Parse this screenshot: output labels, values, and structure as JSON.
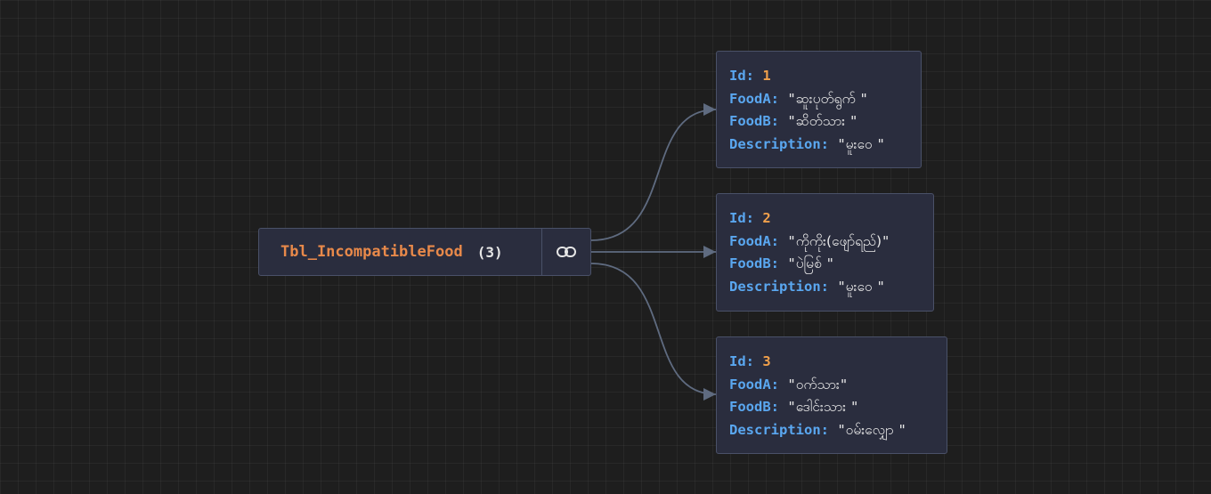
{
  "table": {
    "name": "Tbl_IncompatibleFood",
    "count": "(3)",
    "link_icon": "link-icon"
  },
  "records": [
    {
      "id_key": "Id:",
      "id_value": "1",
      "fooda_key": "FoodA:",
      "fooda_value": "ဆူးပုတ်ရွက် ",
      "foodb_key": "FoodB:",
      "foodb_value": "ဆိတ်သား ",
      "desc_key": "Description:",
      "desc_value": "မူးဝေ "
    },
    {
      "id_key": "Id:",
      "id_value": "2",
      "fooda_key": "FoodA:",
      "fooda_value": "ကိုကိုး(ဖျော်ရည်)",
      "foodb_key": "FoodB:",
      "foodb_value": "ပဲမြစ် ",
      "desc_key": "Description:",
      "desc_value": "မူးဝေ "
    },
    {
      "id_key": "Id:",
      "id_value": "3",
      "fooda_key": "FoodA:",
      "fooda_value": "ဝက်သား",
      "foodb_key": "FoodB:",
      "foodb_value": "ဒေါင်းသား ",
      "desc_key": "Description:",
      "desc_value": "ဝမ်းလျှော "
    }
  ],
  "colors": {
    "background": "#1e1e1e",
    "node_fill": "#2a2d3e",
    "node_border": "#4a5168",
    "table_name": "#e8894a",
    "key": "#5aa7f0",
    "number": "#f0a04b",
    "string": "#e8e8e8",
    "edge": "#5f6b80"
  }
}
